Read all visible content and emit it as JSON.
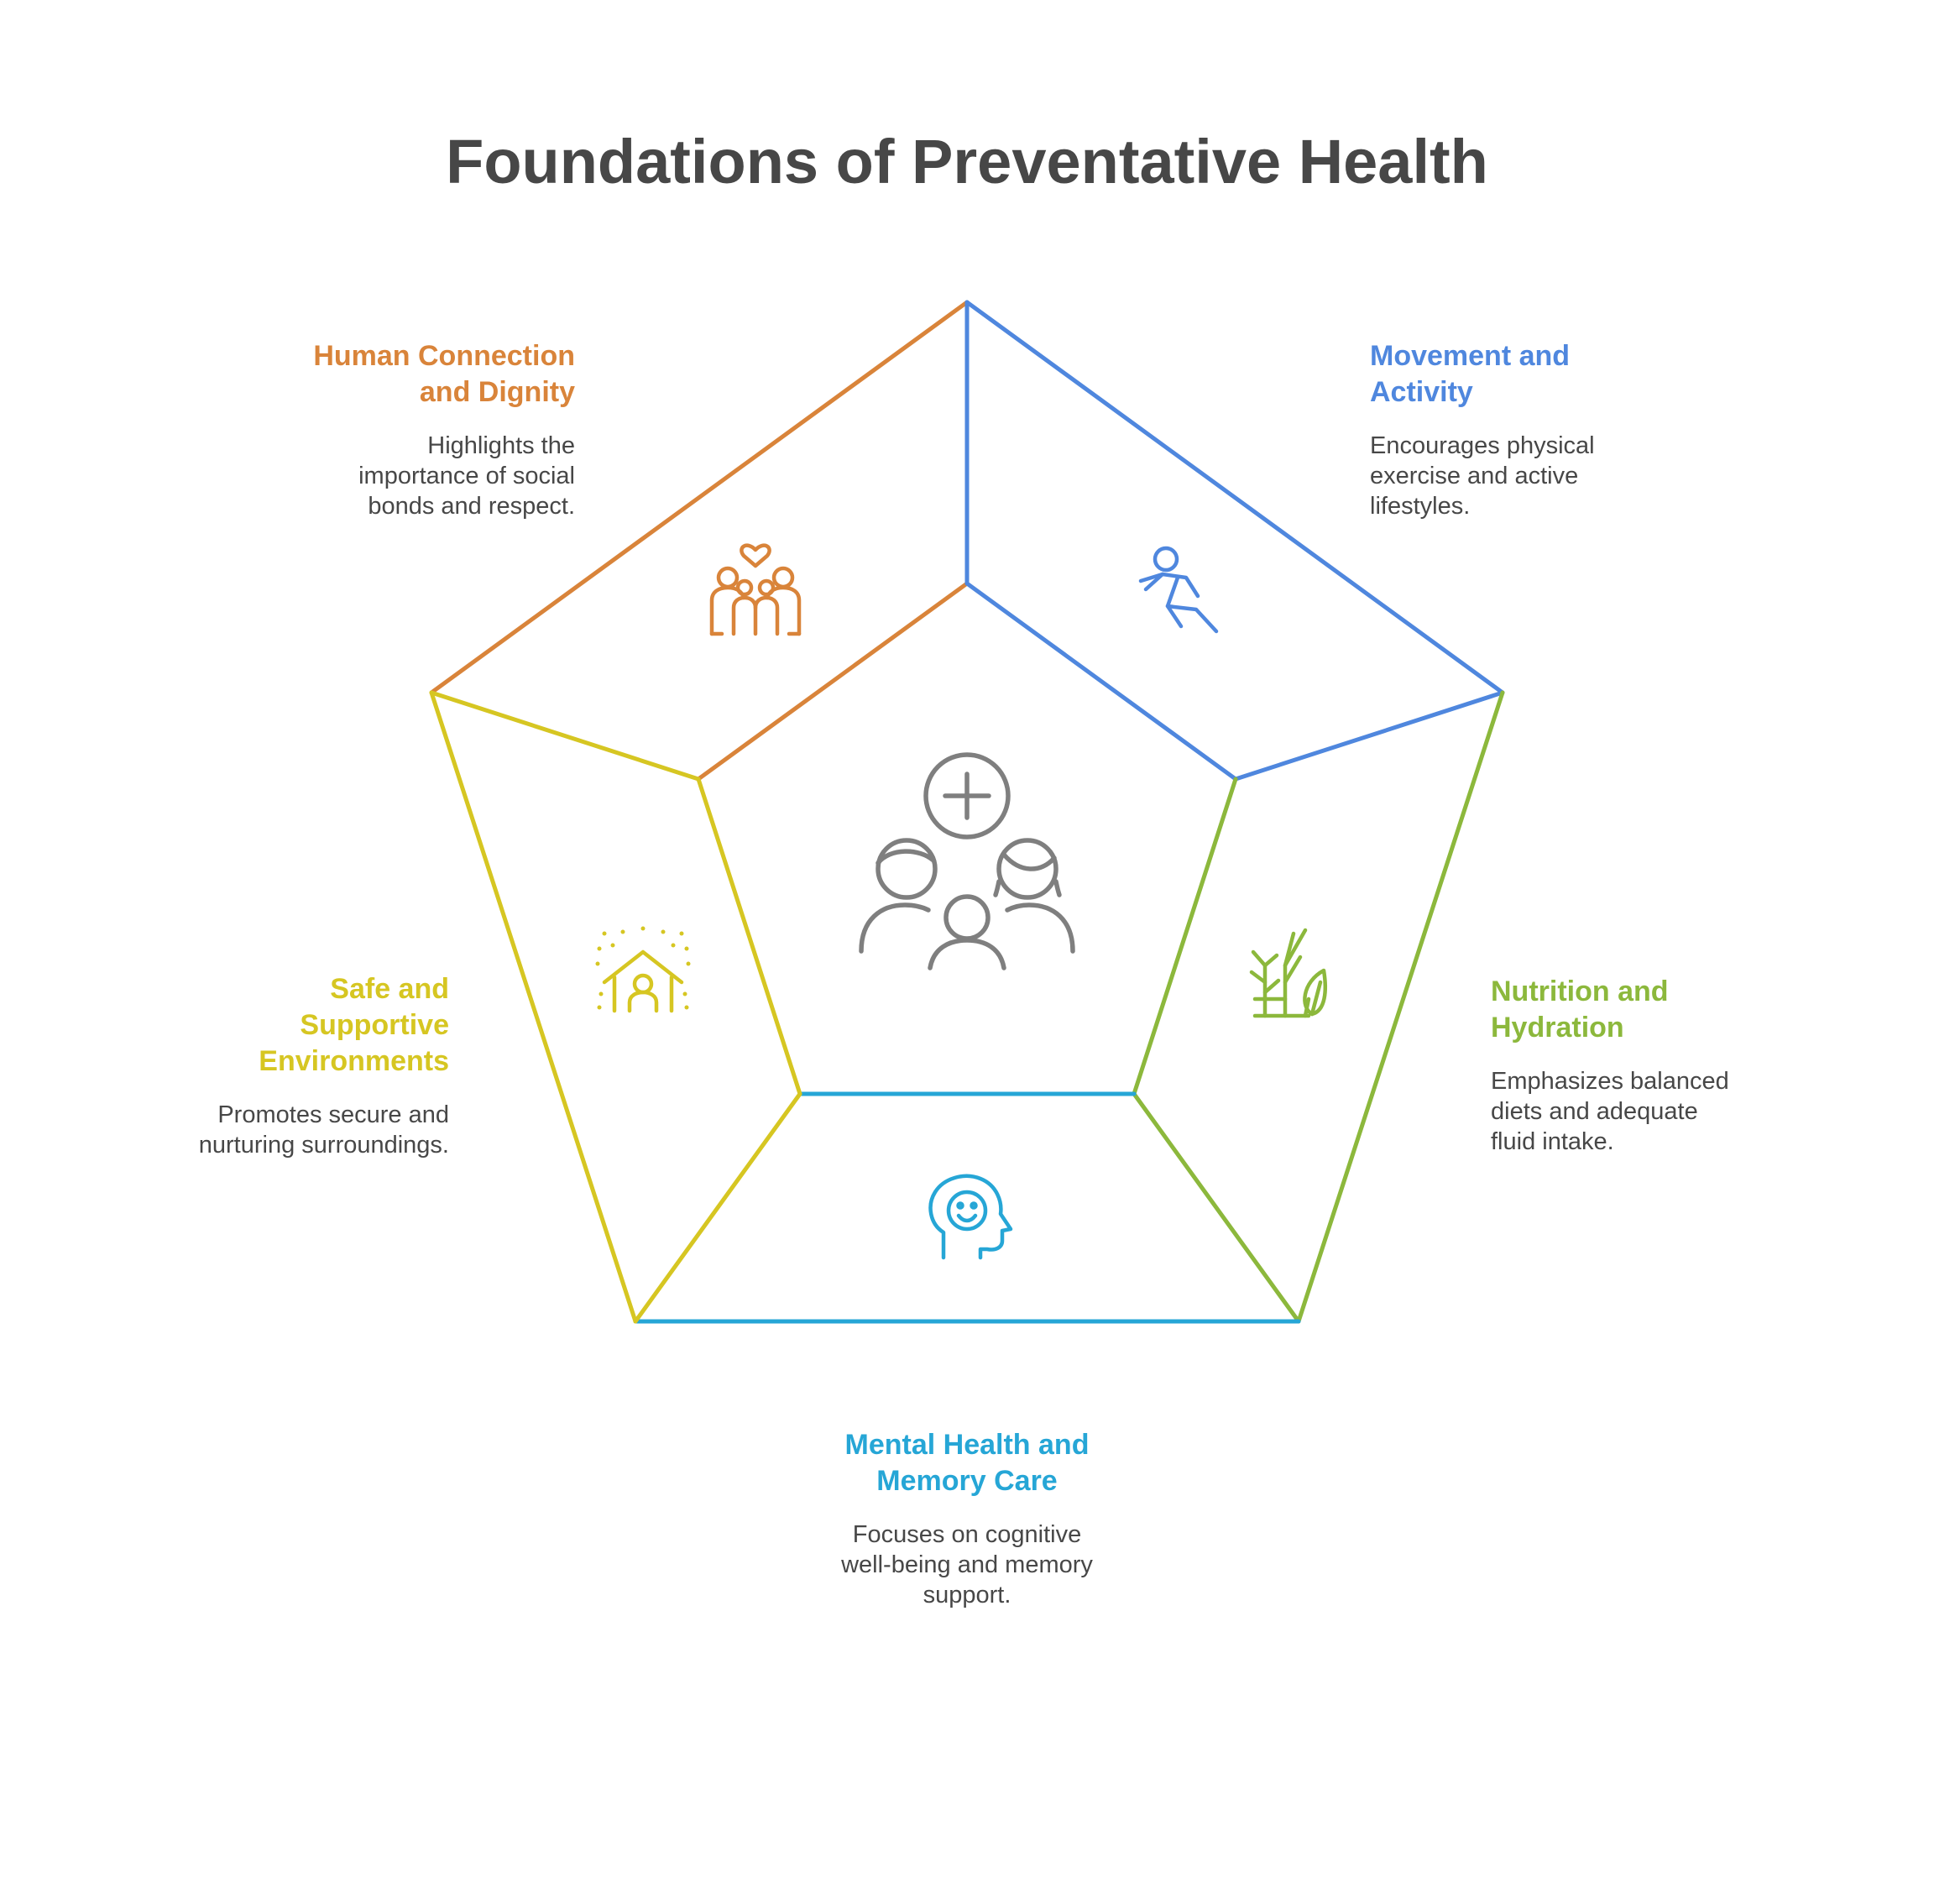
{
  "title": "Foundations of Preventative Health",
  "colors": {
    "human_connection": "#D9843A",
    "movement": "#4F87DE",
    "nutrition": "#8CB83C",
    "mental_health": "#26A6D6",
    "safe_environments": "#D6C622",
    "center_icon": "#7F7F7F",
    "text": "#474747"
  },
  "segments": {
    "human_connection": {
      "heading_line1": "Human Connection",
      "heading_line2": "and Dignity",
      "desc_line1": "Highlights the",
      "desc_line2": "importance of social",
      "desc_line3": "bonds and respect.",
      "icon": "family-heart-icon"
    },
    "movement": {
      "heading_line1": "Movement and",
      "heading_line2": "Activity",
      "desc_line1": "Encourages physical",
      "desc_line2": "exercise and active",
      "desc_line3": "lifestyles.",
      "icon": "running-person-icon"
    },
    "nutrition": {
      "heading_line1": "Nutrition and",
      "heading_line2": "Hydration",
      "desc_line1": "Emphasizes balanced",
      "desc_line2": "diets and adequate",
      "desc_line3": "fluid intake.",
      "icon": "plants-leaf-icon"
    },
    "mental_health": {
      "heading_line1": "Mental Health and",
      "heading_line2": "Memory Care",
      "desc_line1": "Focuses on cognitive",
      "desc_line2": "well-being and memory",
      "desc_line3": "support.",
      "icon": "smiling-head-icon"
    },
    "safe_environments": {
      "heading_line1": "Safe and",
      "heading_line2": "Supportive",
      "heading_line3": "Environments",
      "desc_line1": "Promotes secure and",
      "desc_line2": "nurturing surroundings.",
      "icon": "house-person-icon"
    }
  },
  "center": {
    "icon": "people-health-plus-icon"
  }
}
